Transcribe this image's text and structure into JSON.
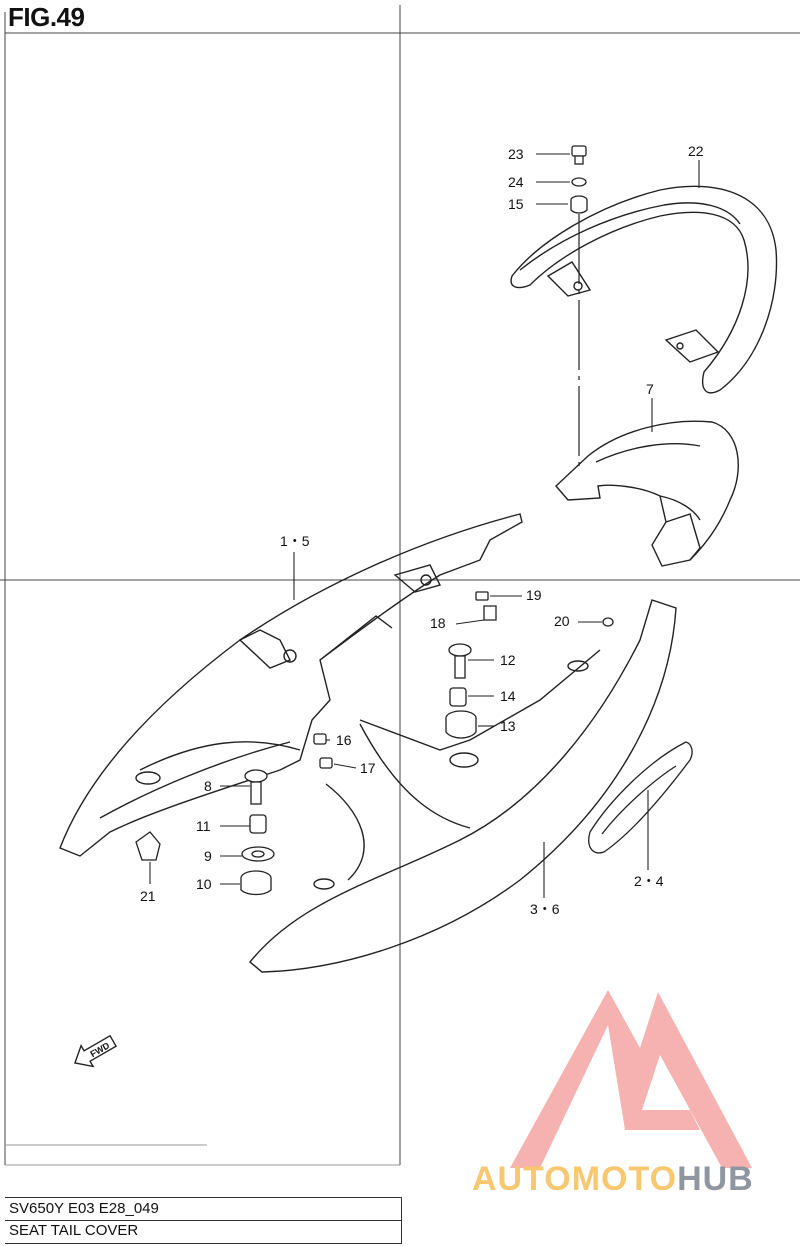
{
  "figure": {
    "title": "FIG.49"
  },
  "callouts": [
    {
      "id": "23",
      "label": "23"
    },
    {
      "id": "24",
      "label": "24"
    },
    {
      "id": "15",
      "label": "15"
    },
    {
      "id": "22",
      "label": "22"
    },
    {
      "id": "7",
      "label": "7"
    },
    {
      "id": "1-5",
      "label": "1・5"
    },
    {
      "id": "19",
      "label": "19"
    },
    {
      "id": "18",
      "label": "18"
    },
    {
      "id": "20",
      "label": "20"
    },
    {
      "id": "12",
      "label": "12"
    },
    {
      "id": "14",
      "label": "14"
    },
    {
      "id": "13",
      "label": "13"
    },
    {
      "id": "16",
      "label": "16"
    },
    {
      "id": "17",
      "label": "17"
    },
    {
      "id": "8",
      "label": "8"
    },
    {
      "id": "11",
      "label": "11"
    },
    {
      "id": "9",
      "label": "9"
    },
    {
      "id": "10",
      "label": "10"
    },
    {
      "id": "21",
      "label": "21"
    },
    {
      "id": "2-4",
      "label": "2・4"
    },
    {
      "id": "3-6",
      "label": "3・6"
    }
  ],
  "fwd_arrow": {
    "label": "FWD"
  },
  "caption": {
    "model": "SV650Y E03 E28_049",
    "name": "SEAT TAIL COVER"
  },
  "watermark": {
    "text_a": "AUTOMOTO",
    "text_b": "HUB",
    "color_logo": "#f4a3a3",
    "color_text_a": "#f7c870",
    "color_text_b": "#8f96a0"
  }
}
